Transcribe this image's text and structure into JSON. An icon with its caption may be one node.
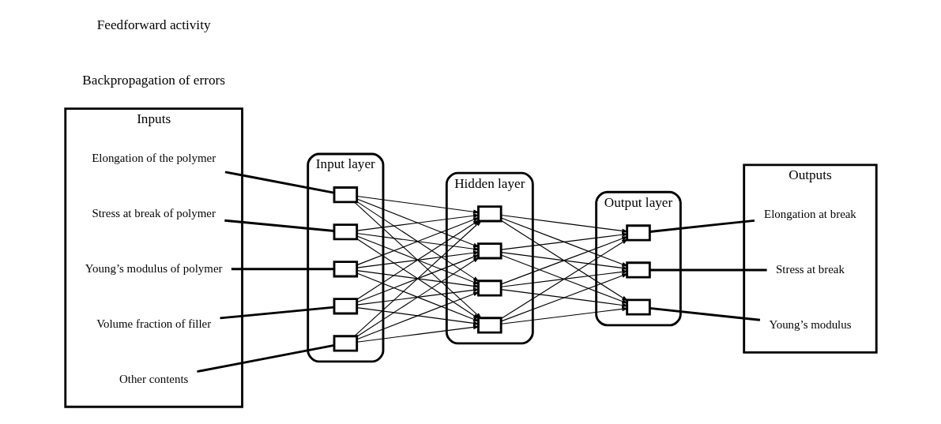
{
  "diagram": {
    "nodes": [
      {
        "text": [
          "Inputs"
        ]
      },
      {
        "text": [
          "Elongation of the polymer"
        ],
        "in": 0
      },
      {
        "text": [
          "Stress at break of polymer"
        ],
        "in": 0
      },
      {
        "text": [
          "Young’s modulus of polymer"
        ],
        "in": 0
      },
      {
        "text": [
          "Volume fraction of filler"
        ],
        "in": 0
      },
      {
        "text": [
          "Other contents"
        ],
        "in": 0
      },
      {
        "text": [
          "Input layer"
        ]
      },
      {
        "text": [],
        "shape": "box",
        "in": 6
      },
      {
        "text": [],
        "shape": "box",
        "in": 6
      },
      {
        "text": [],
        "shape": "box",
        "in": 6
      },
      {
        "text": [],
        "shape": "box",
        "in": 6
      },
      {
        "text": [],
        "shape": "box",
        "in": 6
      },
      {
        "text": [
          "Hidden layer"
        ]
      },
      {
        "text": [],
        "shape": "box",
        "in": 12
      },
      {
        "text": [],
        "shape": "box",
        "in": 12
      },
      {
        "text": [],
        "shape": "box",
        "in": 12
      },
      {
        "text": [],
        "shape": "box",
        "in": 12
      },
      {
        "text": [
          "Output layer"
        ]
      },
      {
        "text": [],
        "shape": "box",
        "in": 17
      },
      {
        "text": [],
        "shape": "box",
        "in": 17
      },
      {
        "text": [],
        "shape": "box",
        "in": 17
      },
      {
        "text": [
          "Outputs"
        ]
      },
      {
        "text": [
          "Elongation at break"
        ],
        "in": 21
      },
      {
        "text": [
          "Stress at break"
        ],
        "in": 21
      },
      {
        "text": [
          "Young’s modulus"
        ],
        "in": 21
      }
    ],
    "edges": [
      {
        "from": 1,
        "to": 7,
        "arrow": "none"
      },
      {
        "from": 2,
        "to": 8,
        "arrow": "none"
      },
      {
        "from": 3,
        "to": 9,
        "arrow": "none"
      },
      {
        "from": 4,
        "to": 10,
        "arrow": "none"
      },
      {
        "from": 5,
        "to": 11,
        "arrow": "none"
      },
      {
        "from": 7,
        "to": 13,
        "arrow": "to"
      },
      {
        "from": 7,
        "to": 14,
        "arrow": "to"
      },
      {
        "from": 7,
        "to": 15,
        "arrow": "to"
      },
      {
        "from": 7,
        "to": 16,
        "arrow": "to"
      },
      {
        "from": 8,
        "to": 13,
        "arrow": "to"
      },
      {
        "from": 8,
        "to": 14,
        "arrow": "to"
      },
      {
        "from": 8,
        "to": 15,
        "arrow": "to"
      },
      {
        "from": 8,
        "to": 16,
        "arrow": "to"
      },
      {
        "from": 9,
        "to": 13,
        "arrow": "to"
      },
      {
        "from": 9,
        "to": 14,
        "arrow": "to"
      },
      {
        "from": 9,
        "to": 15,
        "arrow": "to"
      },
      {
        "from": 9,
        "to": 16,
        "arrow": "to"
      },
      {
        "from": 10,
        "to": 13,
        "arrow": "to"
      },
      {
        "from": 10,
        "to": 14,
        "arrow": "to"
      },
      {
        "from": 10,
        "to": 15,
        "arrow": "to"
      },
      {
        "from": 10,
        "to": 16,
        "arrow": "to"
      },
      {
        "from": 11,
        "to": 13,
        "arrow": "to"
      },
      {
        "from": 11,
        "to": 14,
        "arrow": "to"
      },
      {
        "from": 11,
        "to": 15,
        "arrow": "to"
      },
      {
        "from": 11,
        "to": 16,
        "arrow": "to"
      },
      {
        "from": 13,
        "to": 18,
        "arrow": "to"
      },
      {
        "from": 13,
        "to": 19,
        "arrow": "to"
      },
      {
        "from": 13,
        "to": 20,
        "arrow": "to"
      },
      {
        "from": 14,
        "to": 18,
        "arrow": "to"
      },
      {
        "from": 14,
        "to": 19,
        "arrow": "to"
      },
      {
        "from": 14,
        "to": 20,
        "arrow": "to"
      },
      {
        "from": 15,
        "to": 18,
        "arrow": "to"
      },
      {
        "from": 15,
        "to": 19,
        "arrow": "to"
      },
      {
        "from": 15,
        "to": 20,
        "arrow": "to"
      },
      {
        "from": 16,
        "to": 18,
        "arrow": "to"
      },
      {
        "from": 16,
        "to": 19,
        "arrow": "to"
      },
      {
        "from": 16,
        "to": 20,
        "arrow": "to"
      },
      {
        "from": 18,
        "to": 22,
        "arrow": "none"
      },
      {
        "from": 19,
        "to": 23,
        "arrow": "none"
      },
      {
        "from": 20,
        "to": 24,
        "arrow": "none"
      }
    ],
    "labels": [
      "Feedforward activity",
      "Backpropagation of errors"
    ]
  }
}
